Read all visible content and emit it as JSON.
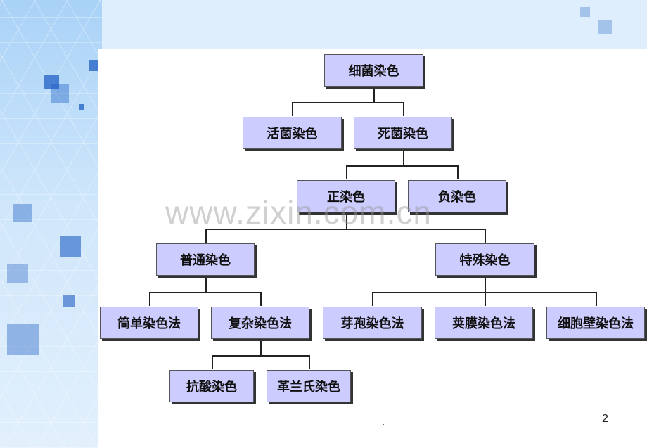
{
  "diagram": {
    "nodes": {
      "root": "细菌染色",
      "live": "活菌染色",
      "dead": "死菌染色",
      "positive": "正染色",
      "negative": "负染色",
      "ordinary": "普通染色",
      "special": "特殊染色",
      "simple": "简单染色法",
      "complex": "复杂染色法",
      "spore": "芽孢染色法",
      "capsule": "荚膜染色法",
      "cellwall": "细胞壁染色法",
      "acidfast": "抗酸染色",
      "gram": "革兰氏染色"
    },
    "box_color": "#ccccff"
  },
  "watermark": "www.zixin.com.cn",
  "footer": {
    "dot": ".",
    "page_number": "2"
  }
}
